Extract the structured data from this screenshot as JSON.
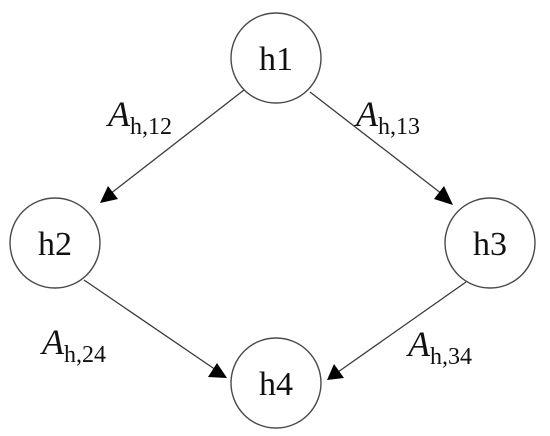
{
  "nodes": [
    {
      "id": "h1",
      "label": "h1"
    },
    {
      "id": "h2",
      "label": "h2"
    },
    {
      "id": "h3",
      "label": "h3"
    },
    {
      "id": "h4",
      "label": "h4"
    }
  ],
  "edges": [
    {
      "from": "h1",
      "to": "h2",
      "symbol": "A",
      "subscript": "h,12"
    },
    {
      "from": "h1",
      "to": "h3",
      "symbol": "A",
      "subscript": "h,13"
    },
    {
      "from": "h2",
      "to": "h4",
      "symbol": "A",
      "subscript": "h,24"
    },
    {
      "from": "h3",
      "to": "h4",
      "symbol": "A",
      "subscript": "h,34"
    }
  ]
}
